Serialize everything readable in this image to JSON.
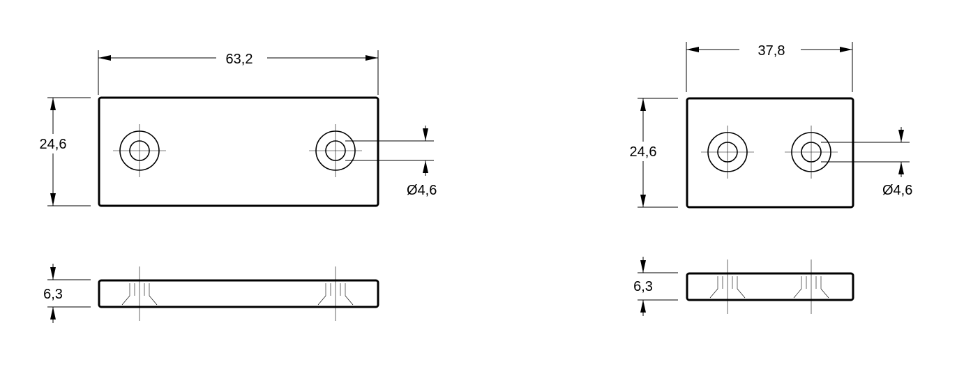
{
  "drawing": {
    "left_part": {
      "dims": {
        "width": "63,2",
        "height": "24,6",
        "hole_diameter": "Ø4,6",
        "thickness": "6,3"
      }
    },
    "right_part": {
      "dims": {
        "width": "37,8",
        "height": "24,6",
        "hole_diameter": "Ø4,6",
        "thickness": "6,3"
      }
    }
  }
}
